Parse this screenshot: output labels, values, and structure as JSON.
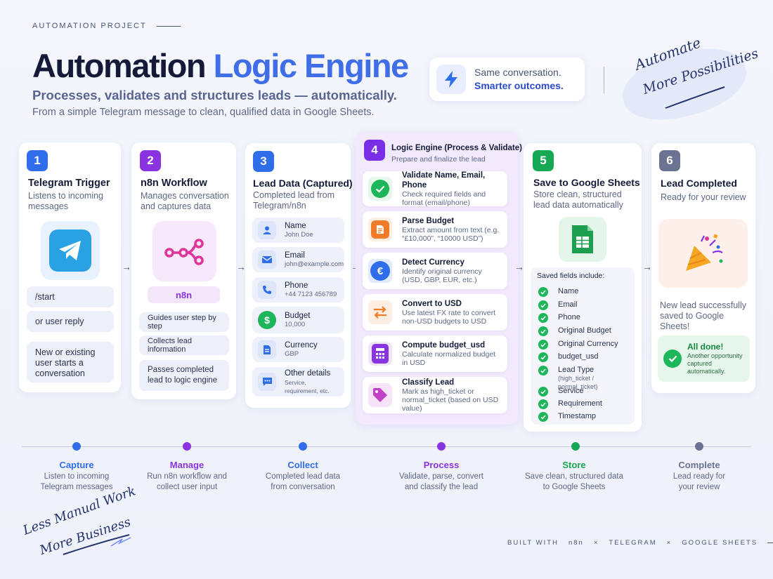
{
  "header": {
    "kicker": "AUTOMATION PROJECT",
    "title_part1": "Automation",
    "title_part2": "Logic Engine",
    "subtitle": "Processes, validates and structures leads — automatically.",
    "description": "From a simple Telegram message to clean, qualified data in Google Sheets."
  },
  "badge": {
    "line1": "Same conversation.",
    "line2": "Smarter outcomes.",
    "icon": "lightning-icon"
  },
  "handwriting_top": {
    "line1": "Automate",
    "line2": "More Possibilities"
  },
  "steps": [
    {
      "number": "1",
      "title": "Telegram Trigger",
      "description": "Listens to incoming messages",
      "chips": [
        "/start",
        "or user reply",
        "New or existing user starts a conversation"
      ],
      "color": "#2f6ee8"
    },
    {
      "number": "2",
      "title": "n8n Workflow",
      "description": "Manages conversation and captures data",
      "badge": "n8n",
      "chips": [
        "Guides user step by step",
        "Collects lead information",
        "Passes completed lead to logic engine"
      ],
      "color": "#8a33e0"
    },
    {
      "number": "3",
      "title": "Lead Data (Captured)",
      "description": "Completed lead from Telegram/n8n",
      "fields": [
        {
          "label": "Name",
          "value": "John Doe"
        },
        {
          "label": "Email",
          "value": "john@example.com"
        },
        {
          "label": "Phone",
          "value": "+44 7123 456789"
        },
        {
          "label": "Budget",
          "value": "10,000"
        },
        {
          "label": "Currency",
          "value": "GBP"
        },
        {
          "label": "Other details",
          "value": "Service, requirement, etc."
        }
      ],
      "color": "#2f6ee8"
    },
    {
      "number": "4",
      "title": "Logic Engine (Process & Validate)",
      "description": "Prepare and finalize the lead",
      "items": [
        {
          "title": "Validate Name, Email, Phone",
          "desc": "Check required fields and format (email/phone)",
          "color": "#1db65a"
        },
        {
          "title": "Parse Budget",
          "desc": "Extract amount from text (e.g. “£10,000”, “10000 USD”)",
          "color": "#f07c2a"
        },
        {
          "title": "Detect Currency",
          "desc": "Identify original currency (USD, GBP, EUR, etc.)",
          "color": "#2f6ee8"
        },
        {
          "title": "Convert to USD",
          "desc": "Use latest FX rate to convert non-USD budgets to USD",
          "color": "#f07c2a"
        },
        {
          "title": "Compute budget_usd",
          "desc": "Calculate normalized budget in USD",
          "color": "#8a33e0"
        },
        {
          "title": "Classify Lead",
          "desc": "Mark as high_ticket or normal_ticket (based on USD value)",
          "color": "#c23fc8"
        }
      ],
      "color": "#7a2ee6"
    },
    {
      "number": "5",
      "title": "Save to Google Sheets",
      "description": "Store clean, structured lead data automatically",
      "saved_heading": "Saved fields include:",
      "saved_fields": [
        "Name",
        "Email",
        "Phone",
        "Original Budget",
        "Original Currency",
        "budget_usd",
        "Lead Type",
        "Service",
        "Requirement",
        "Timestamp"
      ],
      "lead_type_note": "(high_ticket / normal_ticket)",
      "color": "#17a853"
    },
    {
      "number": "6",
      "title": "Lead Completed",
      "description": "Ready for your review",
      "message": "New lead successfully saved to Google Sheets!",
      "done_title": "All done!",
      "done_desc": "Another opportunity captured automatically.",
      "color": "#6b7392"
    }
  ],
  "timeline": [
    {
      "label": "Capture",
      "desc": "Listen to incoming Telegram messages",
      "color": "#2f6ee8"
    },
    {
      "label": "Manage",
      "desc": "Run n8n workflow and collect user input",
      "color": "#8a33e0"
    },
    {
      "label": "Collect",
      "desc": "Completed lead data from conversation",
      "color": "#2f6ee8"
    },
    {
      "label": "Process",
      "desc": "Validate, parse, convert and classify the lead",
      "color": "#8a33e0"
    },
    {
      "label": "Store",
      "desc": "Save clean, structured data to Google Sheets",
      "color": "#17a853"
    },
    {
      "label": "Complete",
      "desc": "Lead ready for your review",
      "color": "#6b7392"
    }
  ],
  "handwriting_bottom": {
    "line1": "Less Manual Work",
    "line2": "More Business"
  },
  "footer": {
    "p1": "BUILT WITH",
    "p2": "n8n",
    "sep": "×",
    "p3": "TELEGRAM",
    "p4": "GOOGLE SHEETS"
  }
}
